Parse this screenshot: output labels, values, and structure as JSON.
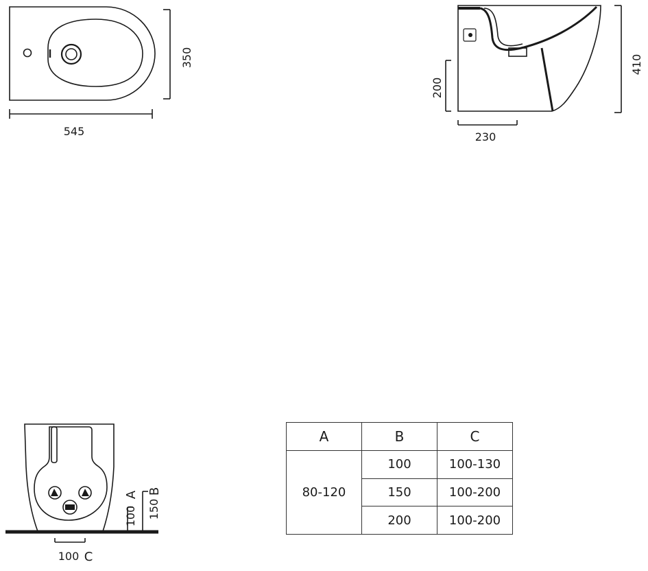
{
  "top_view": {
    "width_label": "545",
    "depth_label": "350"
  },
  "side_view": {
    "height_label": "410",
    "outlet_height_label": "200",
    "outlet_offset_label": "230"
  },
  "front_view": {
    "label_a_value": "100",
    "label_a_letter": "A",
    "label_b_value": "150",
    "label_b_letter": "B",
    "label_c_value": "100",
    "label_c_letter": "C"
  },
  "spec_table": {
    "headers": [
      "A",
      "B",
      "C"
    ],
    "a_value": "80-120",
    "rows": [
      {
        "b": "100",
        "c": "100-130"
      },
      {
        "b": "150",
        "c": "100-200"
      },
      {
        "b": "200",
        "c": "100-200"
      }
    ]
  }
}
